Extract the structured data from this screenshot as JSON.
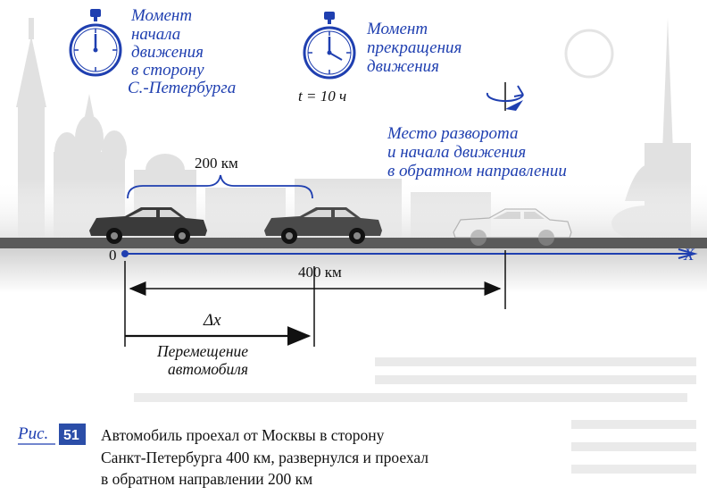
{
  "stopwatch_start": {
    "icon": "stopwatch-icon",
    "lines": [
      "Момент",
      "начала",
      "движения",
      "в сторону",
      "С.-Петербурга"
    ]
  },
  "stopwatch_stop": {
    "icon": "stopwatch-icon",
    "lines": [
      "Момент",
      "прекращения",
      "движения"
    ],
    "time_label": "t = 10 ч"
  },
  "turnaround": {
    "icon": "rotation-arrow-icon",
    "lines": [
      "Место разворота",
      "и начала движения",
      "в обратном направлении"
    ]
  },
  "distance_200": "200 км",
  "distance_400": "400 км",
  "origin_label": "0",
  "axis_label": "X",
  "displacement": {
    "symbol": "Δx",
    "lines": [
      "Перемещение",
      "автомобиля"
    ]
  },
  "figure": {
    "prefix": "Рис.",
    "number": "51",
    "caption_lines": [
      "Автомобиль проехал от Москвы в сторону",
      "Санкт-Петербурга 400 км, развернулся и проехал",
      "в обратном направлении 200 км"
    ]
  },
  "colors": {
    "accent_blue": "#1f3fb0",
    "badge_bg": "#2b4ea8",
    "road": "#5a5a5a",
    "skyline": "#d9d9d9"
  }
}
